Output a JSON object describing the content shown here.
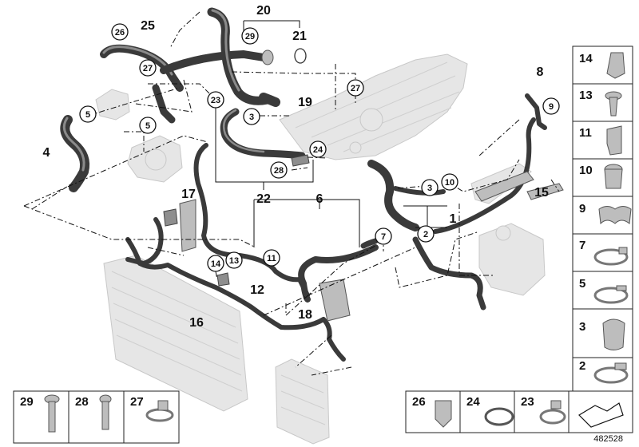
{
  "diagram": {
    "plain_labels": [
      "20",
      "25",
      "21",
      "8",
      "19",
      "4",
      "6",
      "1",
      "15",
      "17",
      "22",
      "12",
      "16",
      "18"
    ],
    "circled_labels": [
      "26",
      "29",
      "27",
      "27",
      "5",
      "23",
      "3",
      "5",
      "9",
      "24",
      "28",
      "3",
      "10",
      "7",
      "2",
      "11",
      "14",
      "13"
    ],
    "legend_right": [
      "14",
      "13",
      "11",
      "10",
      "9",
      "7",
      "5",
      "3",
      "2"
    ],
    "legend_bottom_left": [
      "29",
      "28",
      "27"
    ],
    "legend_bottom_right": [
      "26",
      "24",
      "23"
    ],
    "diagram_id": "482528"
  }
}
